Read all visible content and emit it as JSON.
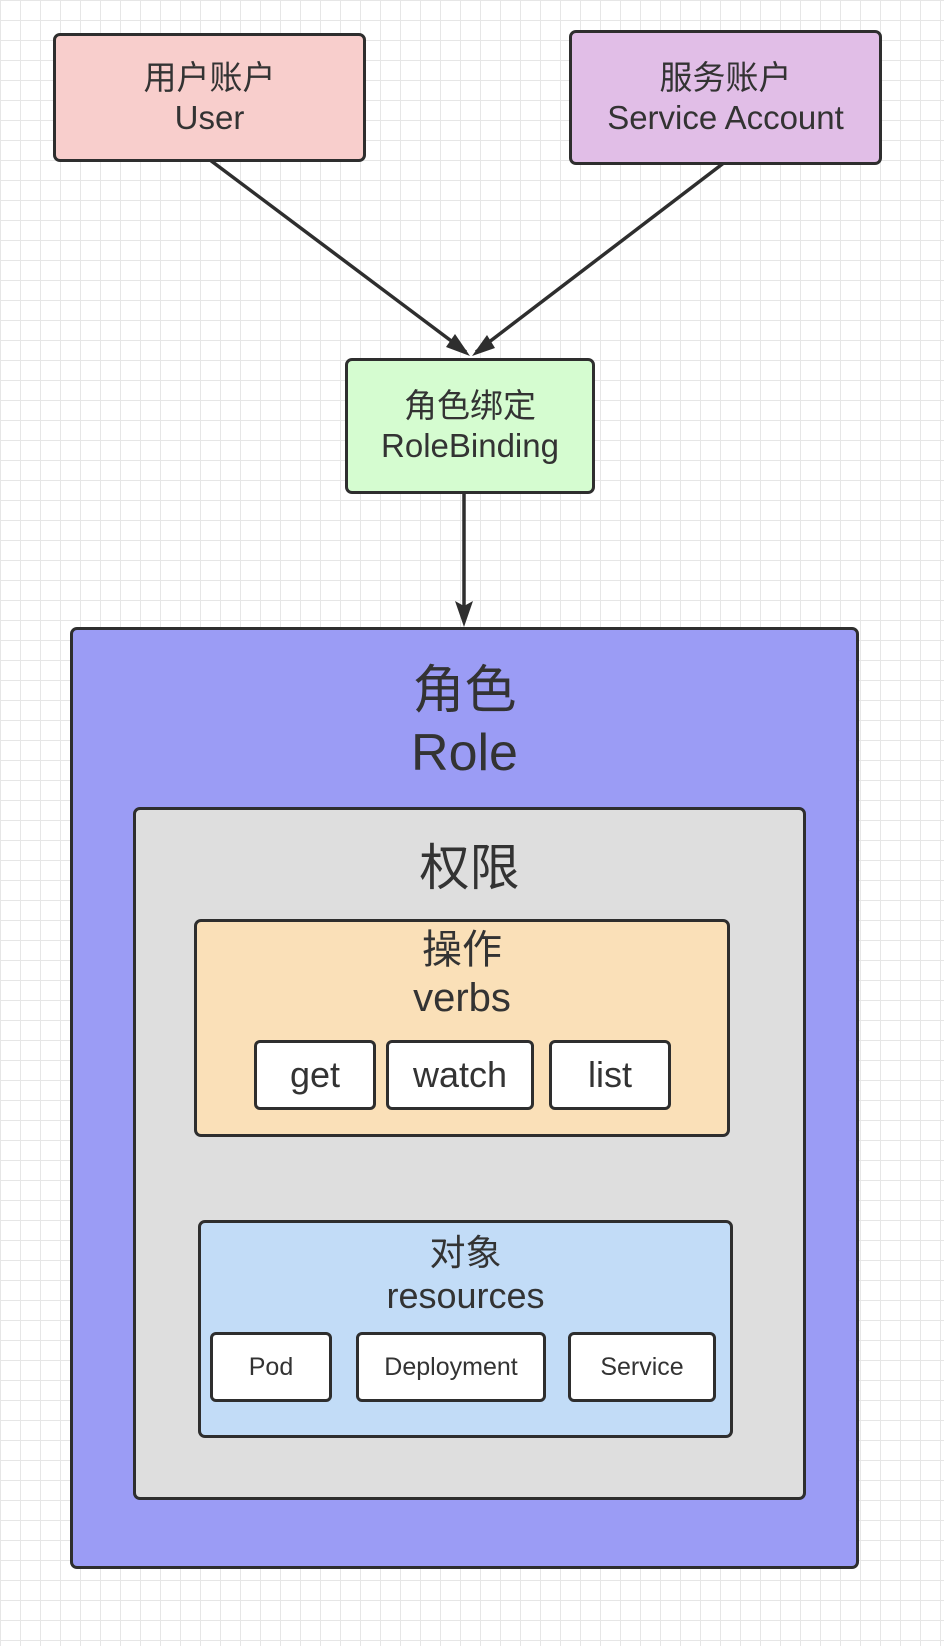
{
  "user_box": {
    "zh": "用户账户",
    "en": "User",
    "color": "#f8cecc"
  },
  "service_account_box": {
    "zh": "服务账户",
    "en": "Service Account",
    "color": "#e1bee7"
  },
  "rolebinding_box": {
    "zh": "角色绑定",
    "en": "RoleBinding",
    "color": "#d5fcd0"
  },
  "role_box": {
    "zh": "角色",
    "en": "Role",
    "color": "#9b9cf5",
    "permissions": {
      "title": "权限",
      "color": "#dedede",
      "verbs": {
        "zh": "操作",
        "en": "verbs",
        "color": "#fae0b8",
        "items": [
          "get",
          "watch",
          "list"
        ]
      },
      "resources": {
        "zh": "对象",
        "en": "resources",
        "color": "#c2dcf7",
        "items": [
          "Pod",
          "Deployment",
          "Service"
        ]
      }
    }
  },
  "colors": {
    "stroke": "#2e2e2e",
    "text": "#333333"
  }
}
